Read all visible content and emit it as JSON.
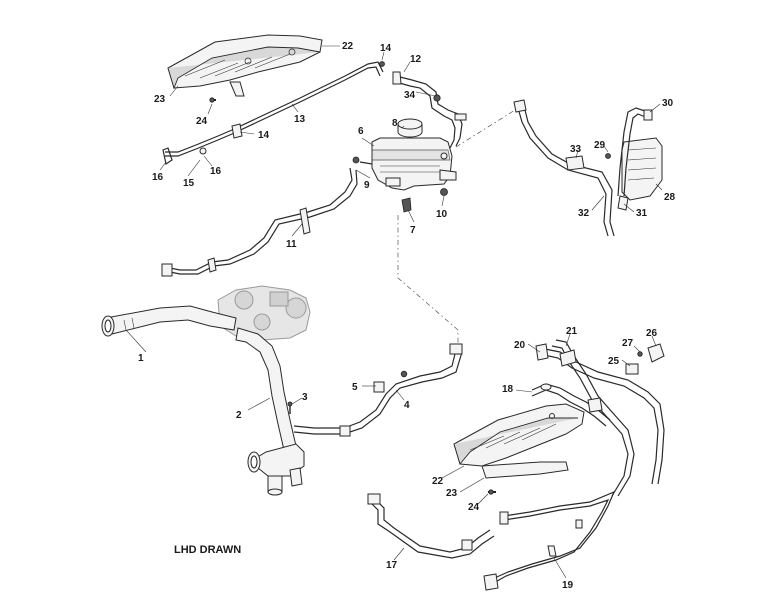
{
  "note": "LHD DRAWN",
  "callouts": {
    "c1": "1",
    "c2": "2",
    "c3": "3",
    "c4": "4",
    "c5": "5",
    "c6": "6",
    "c7": "7",
    "c8": "8",
    "c9": "9",
    "c10": "10",
    "c11": "11",
    "c12": "12",
    "c13": "13",
    "c14a": "14",
    "c14b": "14",
    "c15": "15",
    "c16a": "16",
    "c16b": "16",
    "c17": "17",
    "c18": "18",
    "c19": "19",
    "c20": "20",
    "c21": "21",
    "c22a": "22",
    "c22b": "22",
    "c23a": "23",
    "c23b": "23",
    "c24a": "24",
    "c24b": "24",
    "c25": "25",
    "c26": "26",
    "c27": "27",
    "c28": "28",
    "c29": "29",
    "c30": "30",
    "c31": "31",
    "c32": "32",
    "c33": "33",
    "c34": "34"
  }
}
